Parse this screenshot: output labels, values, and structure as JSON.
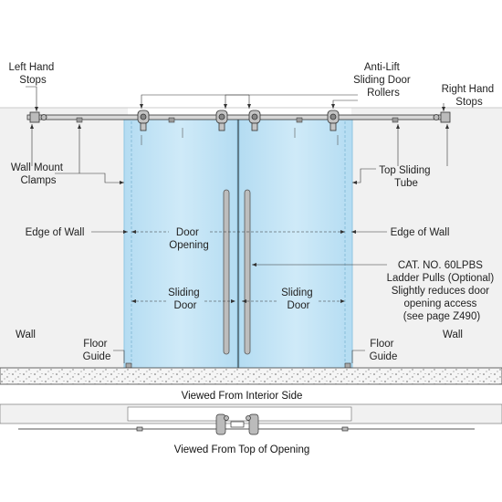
{
  "labels": {
    "left_hand_stops": [
      "Left Hand",
      "Stops"
    ],
    "anti_lift_rollers": [
      "Anti-Lift",
      "Sliding Door",
      "Rollers"
    ],
    "right_hand_stops": [
      "Right Hand",
      "Stops"
    ],
    "wall_mount_clamps": [
      "Wall Mount",
      "Clamps"
    ],
    "top_sliding_tube": [
      "Top Sliding",
      "Tube"
    ],
    "edge_of_wall_left": "Edge of Wall",
    "edge_of_wall_right": "Edge of Wall",
    "door_opening": [
      "Door",
      "Opening"
    ],
    "ladder_pulls": [
      "CAT. NO. 60LPBS",
      "Ladder Pulls (Optional)",
      "Slightly reduces door",
      "opening access",
      "(see page Z490)"
    ],
    "sliding_door_left": [
      "Sliding",
      "Door"
    ],
    "sliding_door_right": [
      "Sliding",
      "Door"
    ],
    "wall_left": "Wall",
    "wall_right": "Wall",
    "floor_guide_left": [
      "Floor",
      "Guide"
    ],
    "floor_guide_right": [
      "Floor",
      "Guide"
    ]
  },
  "captions": {
    "interior_view": "Viewed From Interior Side",
    "top_view": "Viewed From Top of Opening"
  },
  "colors": {
    "glass": "#c4e6f7",
    "glass_edge": "#8fc6e2",
    "wall": "#f1f1f1",
    "line": "#333333"
  }
}
